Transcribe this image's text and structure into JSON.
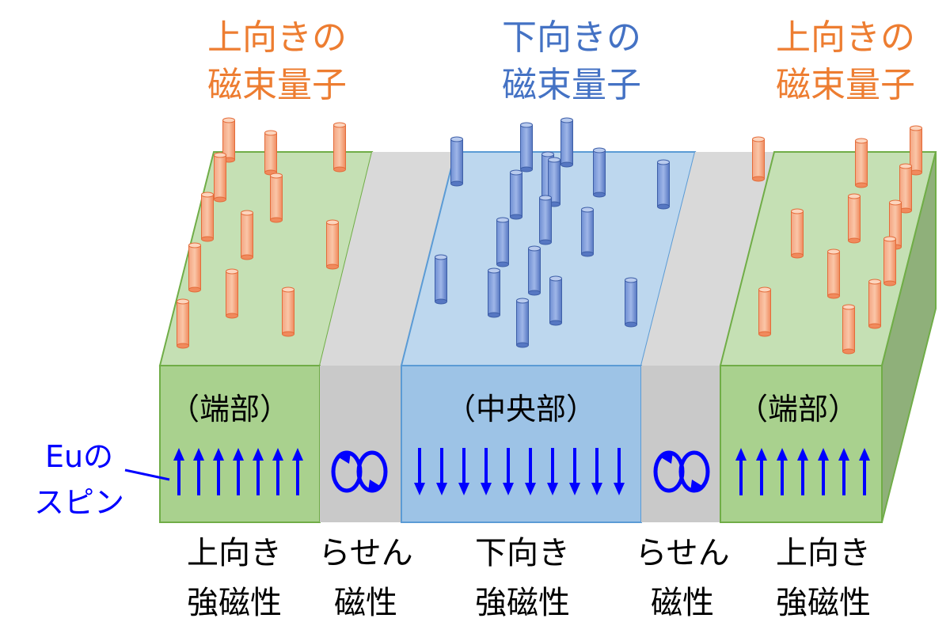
{
  "flux_labels": {
    "left": {
      "line1": "上向きの",
      "line2": "磁束量子"
    },
    "center": {
      "line1": "下向きの",
      "line2": "磁束量子"
    },
    "right": {
      "line1": "上向きの",
      "line2": "磁束量子"
    }
  },
  "region_labels": {
    "left": "（端部）",
    "center": "（中央部）",
    "right": "（端部）"
  },
  "spin_label": {
    "line1": "Euの",
    "line2": "スピン"
  },
  "bottom_labels": {
    "col1": {
      "line1": "上向き",
      "line2": "強磁性"
    },
    "col2": {
      "line1": "らせん",
      "line2": "磁性"
    },
    "col3": {
      "line1": "下向き",
      "line2": "強磁性"
    },
    "col4": {
      "line1": "らせん",
      "line2": "磁性"
    },
    "col5": {
      "line1": "上向き",
      "line2": "強磁性"
    }
  },
  "colors": {
    "up_flux": "#ED7D31",
    "down_flux": "#4472C4",
    "ferro_region": "#A9D18E",
    "center_region": "#9DC3E6",
    "helical_region": "#C9C9C9",
    "spin_arrow": "#0000FF",
    "text": "#000000"
  }
}
